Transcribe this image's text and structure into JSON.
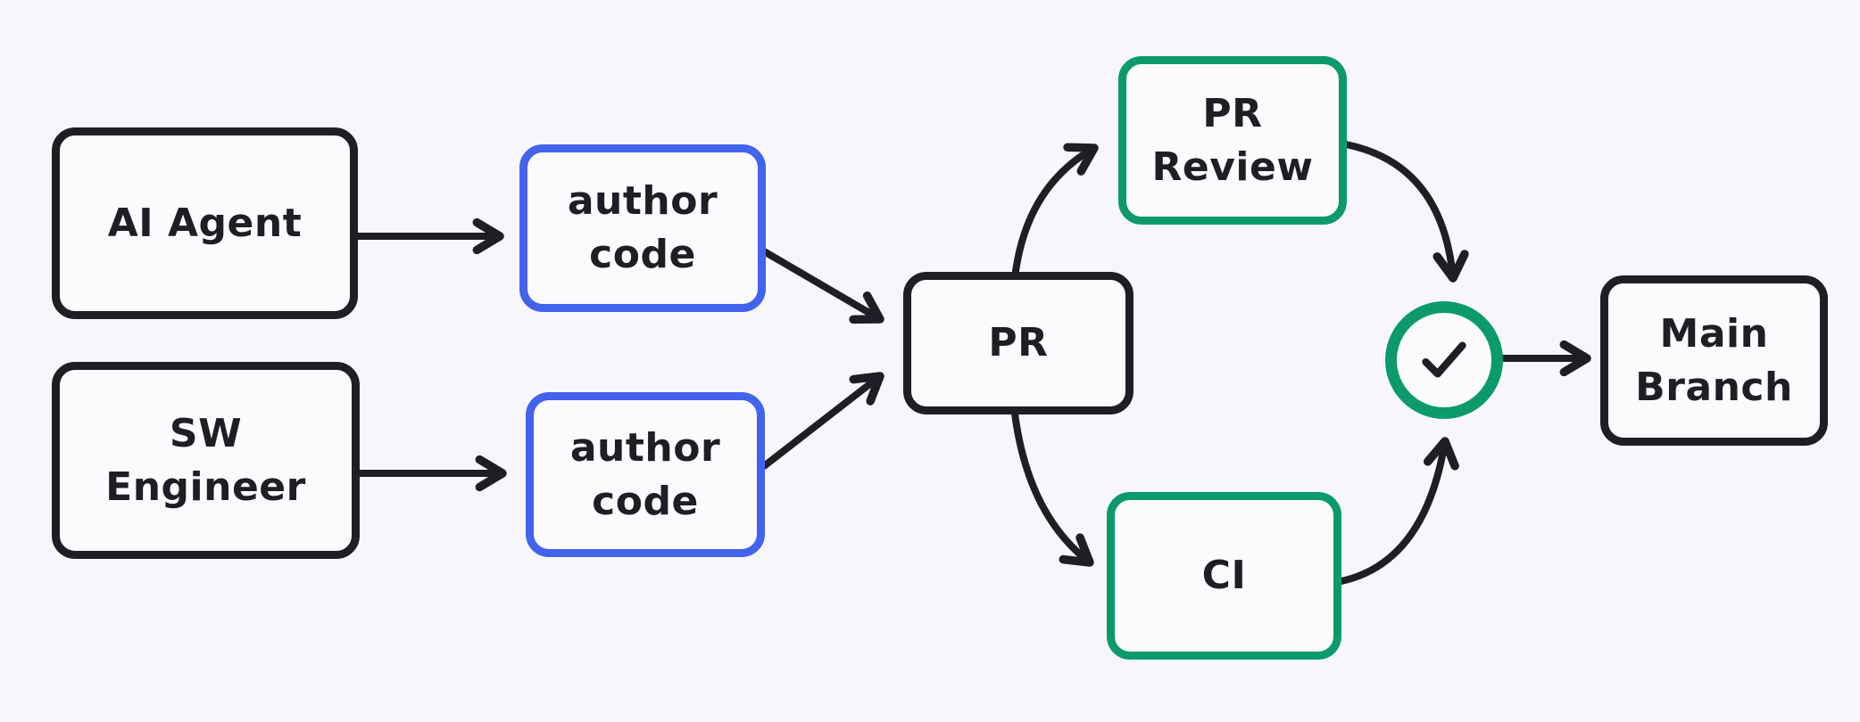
{
  "colors": {
    "bg": "#f7f7fb",
    "dark": "#1e1f26",
    "blue": "#4263eb",
    "green": "#0c9a6c",
    "node_fill": "#fbfbfe"
  },
  "nodes": {
    "ai_agent": {
      "line1": "AI Agent"
    },
    "sw_engineer": {
      "line1": "SW",
      "line2": "Engineer"
    },
    "author_code_top": {
      "line1": "author",
      "line2": "code"
    },
    "author_code_bottom": {
      "line1": "author",
      "line2": "code"
    },
    "pr": {
      "line1": "PR"
    },
    "pr_review": {
      "line1": "PR",
      "line2": "Review"
    },
    "ci": {
      "line1": "CI"
    },
    "approval_check": {
      "symbol": "checkmark"
    },
    "main_branch": {
      "line1": "Main",
      "line2": "Branch"
    }
  },
  "edges": [
    {
      "from": "ai_agent",
      "to": "author_code_top"
    },
    {
      "from": "sw_engineer",
      "to": "author_code_bottom"
    },
    {
      "from": "author_code_top",
      "to": "pr"
    },
    {
      "from": "author_code_bottom",
      "to": "pr"
    },
    {
      "from": "pr",
      "to": "pr_review"
    },
    {
      "from": "pr",
      "to": "ci"
    },
    {
      "from": "pr_review",
      "to": "approval_check"
    },
    {
      "from": "ci",
      "to": "approval_check"
    },
    {
      "from": "approval_check",
      "to": "main_branch"
    }
  ]
}
